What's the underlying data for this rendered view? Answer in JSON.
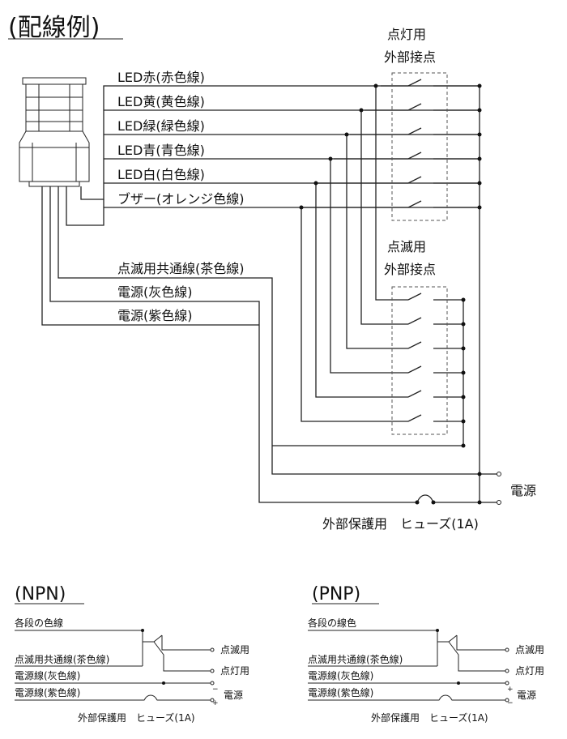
{
  "title": "(配線例)",
  "contact_groups": {
    "lighting": [
      "点灯用",
      "外部接点"
    ],
    "blinking": [
      "点滅用",
      "外部接点"
    ]
  },
  "wires": [
    "LED赤(赤色線)",
    "LED黄(黄色線)",
    "LED緑(緑色線)",
    "LED青(青色線)",
    "LED白(白色線)",
    "ブザー(オレンジ色線)",
    "点滅用共通線(茶色線)",
    "電源(灰色線)",
    "電源(紫色線)"
  ],
  "power_label": "電源",
  "fuse_label": "外部保護用　ヒューズ(1A)",
  "npn": {
    "title": "(NPN)",
    "row1": "各段の色線",
    "common": "点滅用共通線(茶色線)",
    "gray": "電源線(灰色線)",
    "purple": "電源線(紫色線)",
    "blink_out": "点滅用",
    "light_out": "点灯用",
    "power": "電源",
    "minus": "−",
    "plus": "+",
    "fuse": "外部保護用　ヒューズ(1A)"
  },
  "pnp": {
    "title": "(PNP)",
    "row1": "各段の線色",
    "common": "点滅用共通線(茶色線)",
    "gray": "電源線(灰色線)",
    "purple": "電源線(紫色線)",
    "blink_out": "点滅用",
    "light_out": "点灯用",
    "power": "電源",
    "plus": "+",
    "minus": "−",
    "fuse": "外部保護用　ヒューズ(1A)"
  }
}
